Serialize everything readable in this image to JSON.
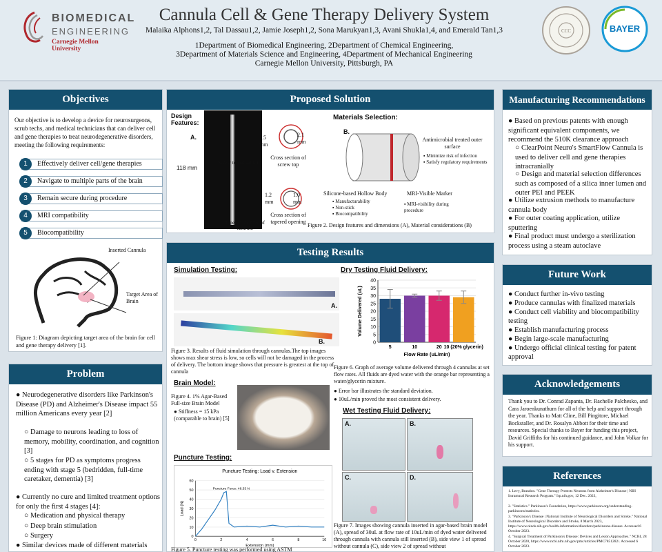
{
  "header": {
    "title": "Cannula Cell & Gene Therapy Delivery System",
    "authors": "Malaika Alphons1,2, Tal Dassau1,2, Jamie Joseph1,2, Sona Marukyan1,3, Avani Shukla1,4, and Emerald Tan1,3",
    "affil1": "1Department of Biomedical Engineering, 2Department of Chemical Engineering,",
    "affil2": "3Department of Materials Science and Engineering, 4Department of Mechanical Engineering",
    "affil3": "Carnegie Mellon University, Pittsburgh, PA",
    "logo_line1": "BIOMEDICAL",
    "logo_line2": "ENGINEERING",
    "logo_line3": "Carnegie Mellon University",
    "seal_text": "CCC",
    "sponsor": "BAYER"
  },
  "objectives": {
    "heading": "Objectives",
    "intro": "Our objective is to develop a device for neurosurgeons, scrub techs, and medical technicians that can deliver cell and gene therapies to treat neurodegenerative disorders, meeting the following requirements:",
    "items": [
      {
        "n": "1",
        "label": "Effectively deliver cell/gene therapies"
      },
      {
        "n": "2",
        "label": "Navigate to multiple parts of the brain"
      },
      {
        "n": "3",
        "label": "Remain secure during procedure"
      },
      {
        "n": "4",
        "label": "MRI compatibility"
      },
      {
        "n": "5",
        "label": "Biocompatibility"
      }
    ],
    "label_cannula": "Inserted Cannula",
    "label_target": "Target Area of Brain",
    "figure_caption": "Figure 1: Diagram depicting target area of the brain for cell and gene therapy delivery [1]."
  },
  "problem": {
    "heading": "Problem",
    "p1": "Neurodegenerative disorders like Parkinson's Disease (PD) and Alzheimer's Disease impact 55 million Americans every year [2]",
    "p1a": "Damage to neurons leading to loss of memory, mobility, coordination, and cognition [3]",
    "p1b": "5 stages for PD as symptoms progress ending with stage 5 (bedridden, full-time caretaker, dementia) [3]",
    "p2": "Currently no cure and limited treatment options for only the first 4 stages [4]:",
    "p2a": "Medication and physical therapy",
    "p2b": "Deep brain stimulation",
    "p2c": "Surgery",
    "p3": "Similar devices made of different materials"
  },
  "solution": {
    "heading": "Proposed Solution",
    "design_label": "Design Features:",
    "a_label": "A.",
    "b_label": "B.",
    "length": "118 mm",
    "screw_top": "Screw top of cannula",
    "cs_screw": "Cross section of screw top",
    "dim_25": "2.5 mm",
    "dim_21": "2.1 mm",
    "tapered": "Tapered opening of cannula",
    "cs_tapered": "Cross section of tapered opening",
    "dim_12": "1.2 mm",
    "dim_10": "1.0 mm",
    "materials_title": "Materials Selection:",
    "antimicrobial": "Antimicrobial treated outer surface",
    "anti_b1": "Minimize risk of infection",
    "anti_b2": "Satisfy regulatory requirements",
    "silicone": "Silicone-based Hollow Body",
    "sil_b1": "Manufacturability",
    "sil_b2": "Non-stick",
    "sil_b3": "Biocompatibility",
    "mri_marker": "MRI-Visible Marker",
    "mri_b1": "MRI-visibility during procedure",
    "figure_caption": "Figure 2. Design features and dimensions (A), Material considerations (B)"
  },
  "testing": {
    "heading": "Testing Results",
    "simulation": "Simulation Testing:",
    "sim_a": "A.",
    "sim_b": "B.",
    "fig3": "Figure 3. Results of fluid simulation through cannulas.The top images shows max shear stress is low, so cells will not be damaged in the process of delivery. The bottom image shows that pressure is greatest at the top of cannula",
    "brain_model": "Brain Model:",
    "fig4": "Figure 4. 1% Agar-Based Full-size Brain Model",
    "stiffness": "Stiffness = 15 kPa (comparable to brain) [5]",
    "puncture": "Puncture Testing:",
    "fig5": "Figure 5. Puncture testing was performed using ASTM",
    "puncture_chart_title": "Puncture Testing: Load v. Extension",
    "puncture_peak": "Puncture Force: 48.33 N",
    "dry": "Dry Testing Fluid Delivery:",
    "fig6": "Figure 6. Graph of average volume delivered through 4 cannulas at set flow rates. All fluids are dyed water with the orange bar representing a water/glycerin mixture.",
    "dry_b1": "Error bar illustrates the standard deviation.",
    "dry_b2": "10uL/min proved the most consistent delivery.",
    "wet": "Wet Testing Fluid Delivery:",
    "wet_a": "A.",
    "wet_b": "B.",
    "wet_c": "C.",
    "wet_d": "D.",
    "fig7": "Figure 7. Images showing cannula inserted in agar-based brain model (A), spread of 30uL at flow rate of 10uL/min of dyed water delivered through cannula with cannula still inserted (B), side view 1 of spread without cannula (C), side view 2 of spread without"
  },
  "manufacturing": {
    "heading": "Manufacturing Recommendations",
    "b1": "Based on previous patents with enough significant equivalent components, we recommend the 510K clearance approach",
    "b1a": "ClearPoint Neuro's SmartFlow Cannula is used to deliver cell and gene therapies intracranially",
    "b1b": "Design and material selection differences such as composed of a silica inner lumen and outer PEI and PEEK",
    "b2": "Utilize extrusion methods to manufacture cannula body",
    "b3": "For outer coating application, utilize sputtering",
    "b4": "Final product must undergo a sterilization process using a steam autoclave"
  },
  "future": {
    "heading": "Future Work",
    "items": [
      "Conduct further in-vivo testing",
      "Produce cannulas with finalized materials",
      "Conduct cell viability and biocompatibility testing",
      "Establish manufacturing process",
      "Begin large-scale manufacturing",
      "Undergo official clinical testing for patent approval"
    ]
  },
  "ack": {
    "heading": "Acknowledgements",
    "text": "Thank you to Dr. Conrad Zapanta, Dr. Rachelle Palchesko, and Cara Jaroenkunathum for all of the help and support through the year. Thanks to Matt Cline, Bill Pingitore, Michael Bockstaller, and Dr. Rosalyn Abbott for their time and resources. Special thanks to Bayer for funding this project, David Griffiths for his continued guidance, and John Volkar for his support."
  },
  "refs": {
    "heading": "References",
    "r1": "1. Levy, Brandon. \"Gene Therapy Protects Neurons from Alzheimer's Disease | NIH Intramural Research Program.\" Irp.nih.gov, 12 Dec. 2023,",
    "r2": "2. \"Statistics.\" Parkinson's Foundation, https://www.parkinson.org/understanding-parkinsons/statistics.",
    "r3": "3. \"Parkinson's Disease | National Institute of Neurological Disorders and Stroke.\" National Institute of Neurological Disorders and Stroke, 8 March 2023, https://www.ninds.nih.gov/health-information/disorders/parkinsons-disease. Accessed 6 October 2023.",
    "r4": "4. \"Surgical Treatment of Parkinson's Disease: Devices and Lesion Approaches.\" NCBI, 28 October 2020, https://www.ncbi.nlm.nih.gov/pmc/articles/PMC7851282/. Accessed 6 October 2023."
  },
  "chart_data": [
    {
      "type": "bar",
      "ylabel": "Volume Delivered (uL)",
      "xlabel": "Flow Rate (uL/min)",
      "categories": [
        "5",
        "10",
        "20",
        "10 (20% glycerin)"
      ],
      "values": [
        28,
        30,
        30,
        29
      ],
      "errors": [
        6,
        1,
        3,
        4
      ],
      "colors": [
        "#1f4e79",
        "#7a3fa0",
        "#d6286e",
        "#f0a020"
      ],
      "ylim": [
        0,
        40
      ],
      "yticks": [
        0,
        5,
        10,
        15,
        20,
        25,
        30,
        35,
        40
      ]
    },
    {
      "type": "line",
      "title": "Puncture Testing: Load v. Extension",
      "xlabel": "Extension (mm)",
      "ylabel": "Load (N)",
      "x": [
        0,
        0.5,
        1.0,
        1.5,
        2.0,
        2.2,
        2.4,
        2.6,
        3,
        4,
        5,
        6,
        7,
        8,
        9,
        10
      ],
      "y": [
        0,
        8,
        18,
        28,
        40,
        47,
        48.33,
        14,
        10,
        11,
        10,
        12,
        10,
        11,
        10,
        10
      ],
      "xlim": [
        0,
        10
      ],
      "ylim": [
        0,
        60
      ]
    }
  ]
}
